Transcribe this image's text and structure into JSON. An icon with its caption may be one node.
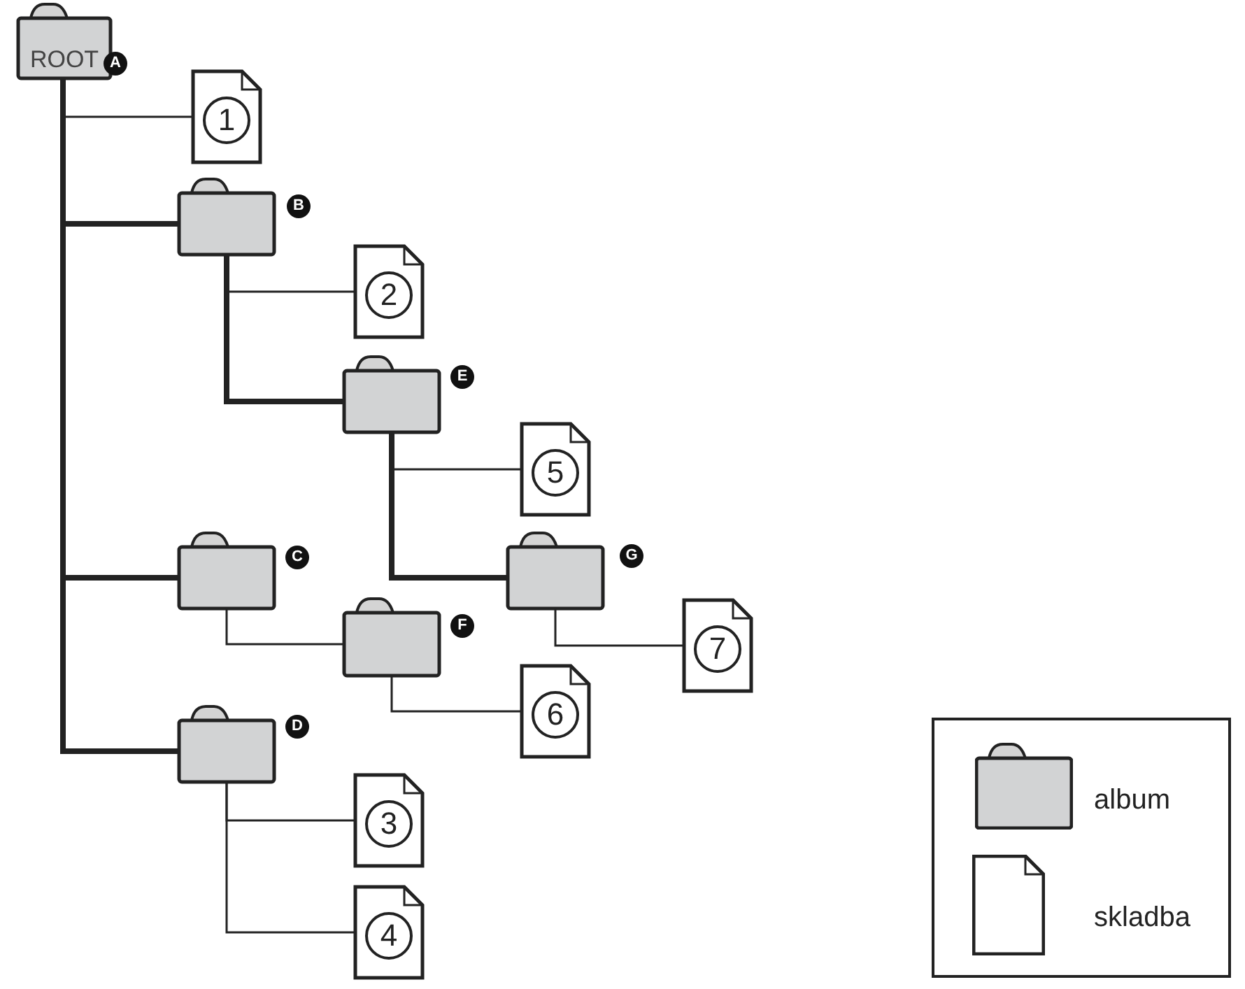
{
  "diagram": {
    "nodes": [
      {
        "text": [
          "ROOT"
        ],
        "beside": [
          "A"
        ]
      },
      {
        "text": [
          "1"
        ]
      },
      {
        "text": [],
        "shape": "folder",
        "beside": [
          "B"
        ]
      },
      {
        "text": [
          "2"
        ]
      },
      {
        "text": [],
        "shape": "folder",
        "beside": [
          "E"
        ]
      },
      {
        "text": [
          "5"
        ]
      },
      {
        "text": [],
        "shape": "folder",
        "beside": [
          "C"
        ]
      },
      {
        "text": [],
        "shape": "folder",
        "beside": [
          "G"
        ]
      },
      {
        "text": [],
        "shape": "folder",
        "beside": [
          "F"
        ]
      },
      {
        "text": [
          "7"
        ]
      },
      {
        "text": [
          "6"
        ]
      },
      {
        "text": [],
        "shape": "folder",
        "beside": [
          "D"
        ]
      },
      {
        "text": [
          "3"
        ]
      },
      {
        "text": [
          "4"
        ]
      }
    ],
    "edges": [
      {
        "from": 0,
        "to": 1,
        "arrow": "none"
      },
      {
        "from": 0,
        "to": 2,
        "arrow": "none",
        "style": "thick"
      },
      {
        "from": 0,
        "to": 6,
        "arrow": "none",
        "style": "thick"
      },
      {
        "from": 0,
        "to": 11,
        "arrow": "none",
        "style": "thick"
      },
      {
        "from": 2,
        "to": 3,
        "arrow": "none"
      },
      {
        "from": 2,
        "to": 4,
        "arrow": "none",
        "style": "thick"
      },
      {
        "from": 4,
        "to": 5,
        "arrow": "none"
      },
      {
        "from": 4,
        "to": 7,
        "arrow": "none",
        "style": "thick"
      },
      {
        "from": 6,
        "to": 8,
        "arrow": "none"
      },
      {
        "from": 8,
        "to": 10,
        "arrow": "none"
      },
      {
        "from": 7,
        "to": 9,
        "arrow": "none"
      },
      {
        "from": 11,
        "to": 12,
        "arrow": "none"
      },
      {
        "from": 11,
        "to": 13,
        "arrow": "none"
      }
    ],
    "legend": [
      {
        "text": "album"
      },
      {
        "text": "skladba"
      }
    ]
  }
}
